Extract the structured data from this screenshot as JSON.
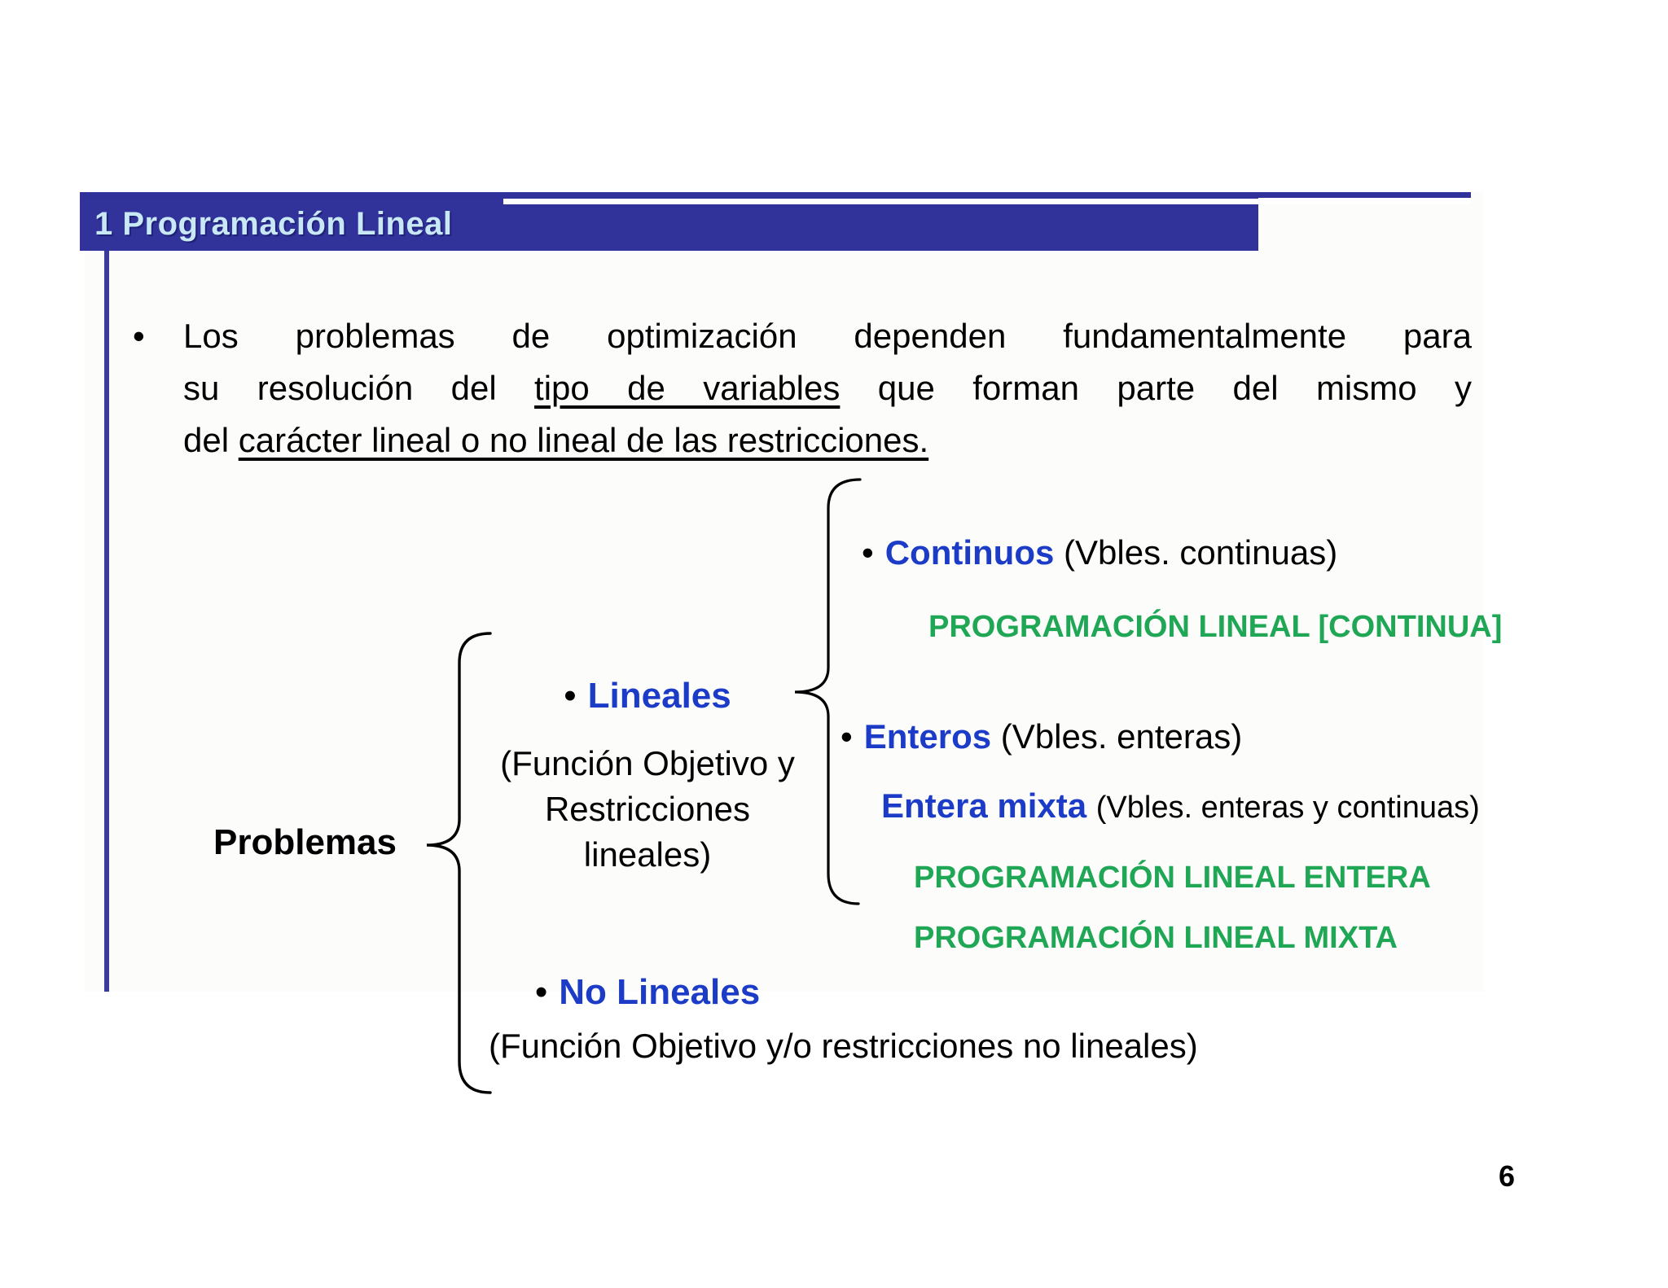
{
  "header": {
    "title": "1 Programación Lineal"
  },
  "body": {
    "bullet": "•",
    "line1": "Los problemas de optimización dependen fundamentalmente para",
    "line2_pre": "su resolución del ",
    "line2_underlined": "tipo de variables",
    "line2_post": " que forman parte del mismo y",
    "line3_pre": "del ",
    "line3_underlined": "carácter lineal o no lineal de las restricciones."
  },
  "diagram": {
    "root_label": "Problemas",
    "branch_bullet": "•",
    "lineales_label": "Lineales",
    "lineales_note_line1": "(Función Objetivo y",
    "lineales_note_line2": "Restricciones",
    "lineales_note_line3": "lineales)",
    "no_lineales_label": "No Lineales",
    "no_lineales_note": "(Función Objetivo y/o restricciones no lineales)",
    "continuos_label": "Continuos",
    "continuos_note": "(Vbles. continuas)",
    "continuos_result": "PROGRAMACIÓN LINEAL [CONTINUA]",
    "enteros_label": "Enteros",
    "enteros_note": "(Vbles. enteras)",
    "entera_mixta_label": "Entera mixta",
    "entera_mixta_note": "(Vbles. enteras y continuas)",
    "entera_result": "PROGRAMACIÓN LINEAL ENTERA",
    "mixta_result": "PROGRAMACIÓN LINEAL MIXTA"
  },
  "footer": {
    "page_number": "6"
  },
  "colors": {
    "title_bar": "#32329B",
    "title_text": "#C9E8F6",
    "keyword_blue": "#1C3CC8",
    "result_green": "#1FA756",
    "text_black": "#000000"
  }
}
